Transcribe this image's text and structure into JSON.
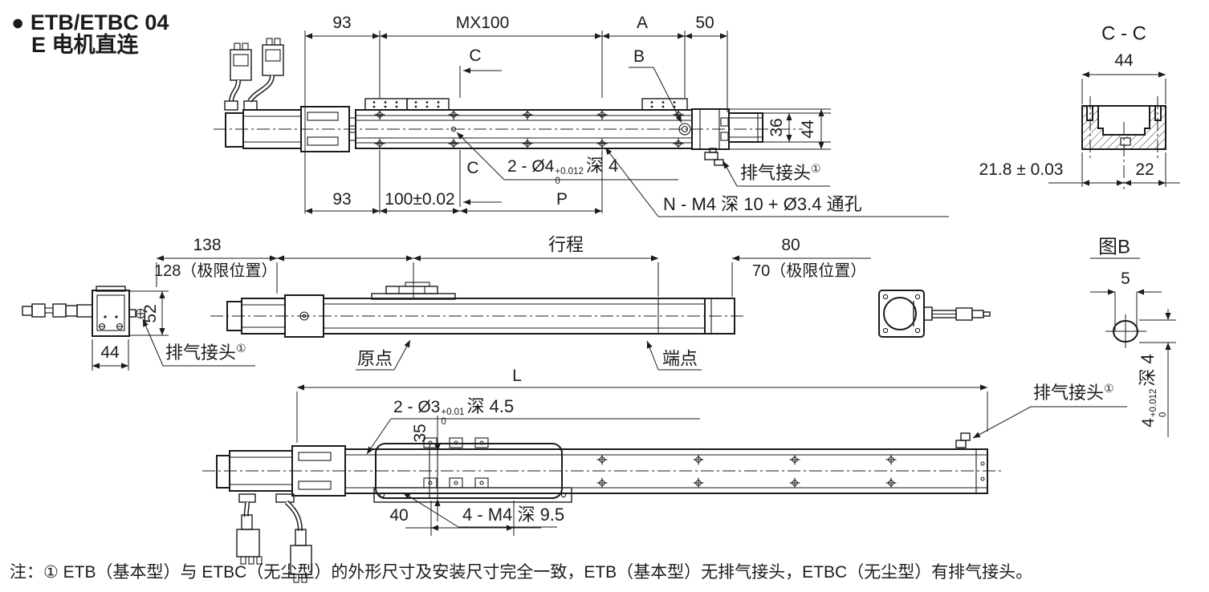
{
  "title": {
    "bullet": "●",
    "line1": "ETB/ETBC 04",
    "line2": "E 电机直连"
  },
  "colors": {
    "ink": "#1b1b1f",
    "background": "#ffffff"
  },
  "top_view": {
    "dim_93_top": "93",
    "dim_mx100": "MX100",
    "dim_a": "A",
    "dim_50": "50",
    "label_c_top": "C",
    "label_b": "B",
    "dim_36": "36",
    "dim_44": "44",
    "pin_hole_note": {
      "prefix": "2 - Ø4",
      "tol_up": "+0.012",
      "tol_low": "0",
      "suffix": "深 4"
    },
    "label_c_bottom": "C",
    "exhaust_label": "排气接头",
    "exhaust_sup": "①",
    "mount_hole_note": "N - M4 深 10 + Ø3.4 通孔",
    "dim_93_bottom": "93",
    "dim_100": "100±0.02",
    "dim_p": "P"
  },
  "section_cc": {
    "title": "C - C",
    "dim_44": "44",
    "dim_21_8": "21.8 ± 0.03",
    "dim_22": "22"
  },
  "front_view": {
    "dim_138": "138",
    "dim_stroke": "行程",
    "dim_80": "80",
    "limit_left": "128（极限位置）",
    "limit_right": "70（极限位置）",
    "label_origin": "原点",
    "label_end": "端点"
  },
  "left_view": {
    "dim_52": "52",
    "dim_44": "44",
    "exhaust_label": "排气接头",
    "exhaust_sup": "①"
  },
  "detail_b": {
    "title": "图B",
    "dim_5": "5",
    "depth_note": {
      "prefix": "4",
      "tol_up": "+0.012",
      "tol_low": "0",
      "suffix": "深 4"
    }
  },
  "bottom_view": {
    "dim_l": "L",
    "pin_hole_note": {
      "prefix": "2 - Ø3",
      "tol_up": "+0.01",
      "tol_low": "0",
      "suffix": "深 4.5"
    },
    "exhaust_label": "排气接头",
    "exhaust_sup": "①",
    "dim_35": "35",
    "dim_40": "40",
    "m4_note": "4 - M4 深 9.5"
  },
  "footnote": "注：① ETB（基本型）与 ETBC（无尘型）的外形尺寸及安装尺寸完全一致，ETB（基本型）无排气接头，ETBC（无尘型）有排气接头。"
}
